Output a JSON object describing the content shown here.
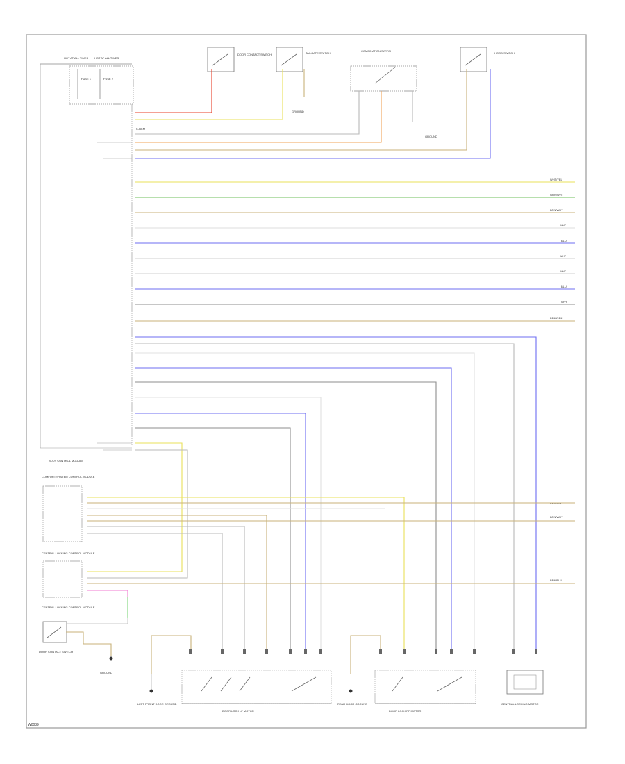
{
  "diagram_code": "W0039",
  "colors": {
    "red": "#e8402a",
    "yellow": "#e9e05a",
    "green": "#6fbf5b",
    "tan": "#c8b27a",
    "gray": "#b9b9b9",
    "dark_gray": "#8e8e8e",
    "blue": "#6d6df2",
    "orange": "#f0a45a",
    "pink": "#f07ad2",
    "light_green": "#7fe07f",
    "frame": "#9a9a9a"
  },
  "labels": {
    "fuse_a": "FUSE 1",
    "fuse_b": "FUSE 2",
    "hot_at_all_times_a": "HOT AT ALL TIMES",
    "hot_at_all_times_b": "HOT AT ALL TIMES",
    "sw_door_contact": "DOOR CONTACT SWITCH",
    "sw_tailgate": "TAILGATE SWITCH",
    "sw_combo": "COMBINATION SWITCH",
    "sw_hood": "HOOD SWITCH",
    "ground_top": "GROUND",
    "ground_right": "GROUND",
    "connector_a": "C-BCM",
    "module_title": "BODY CONTROL MODULE",
    "comfort_module": "COMFORT SYSTEM CONTROL MODULE",
    "central_locking_a": "CENTRAL LOCKING CONTROL MODULE",
    "central_locking_b": "CENTRAL LOCKING CONTROL MODULE",
    "door_lock_sw": "DOOR CONTACT SWITCH",
    "ground_bottom_left": "GROUND",
    "ground_lf": "LEFT FRONT DOOR GROUND",
    "ground_lr": "REAR DOOR GROUND",
    "door_lock_lf": "DOOR LOCK LF MOTOR",
    "door_lock_rf": "DOOR LOCK RF MOTOR",
    "central_locking_motor": "CENTRAL LOCKING MOTOR",
    "right_out_1": "WHT/YEL",
    "right_out_2": "GRN/WHT",
    "right_out_3": "BRN/WHT",
    "right_out_4": "WHT",
    "right_out_5": "BLU",
    "right_out_6": "WHT",
    "right_out_7": "WHT",
    "right_out_8": "BLU",
    "right_out_9": "GRY",
    "right_out_10": "BRN/GRN",
    "right_out_11": "BRN/WHT",
    "right_out_12": "BRN/WHT",
    "right_out_13": "BRN/BLU"
  }
}
